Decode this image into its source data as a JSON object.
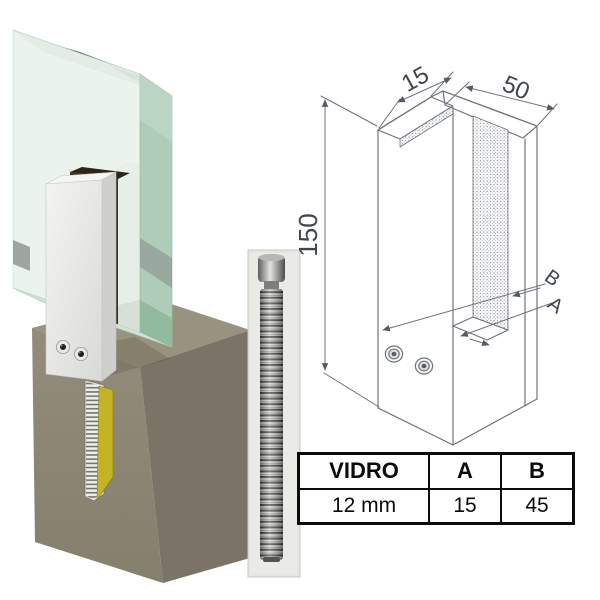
{
  "drawing": {
    "dims": {
      "depth": "15",
      "width": "50",
      "height": "150",
      "b_label": "B",
      "a_label": "A"
    }
  },
  "spec_table": {
    "headers": [
      "VIDRO",
      "A",
      "B"
    ],
    "rows": [
      [
        "12 mm",
        "15",
        "45"
      ]
    ]
  },
  "colors": {
    "glass_face": "#e4efe7",
    "glass_edge": "#aecdb9",
    "glass_dark_patch": "#3f5a49",
    "clamp_white": "#ececea",
    "gasket_brown": "#3a2f21",
    "concrete_top": "#99927e",
    "concrete_front": "#8d8675",
    "concrete_side": "#7b7466",
    "anchor_yellow": "#c4b324",
    "drawing_line": "#6f747c",
    "dim_text": "#41464e",
    "table_border": "#0b0b0b"
  }
}
